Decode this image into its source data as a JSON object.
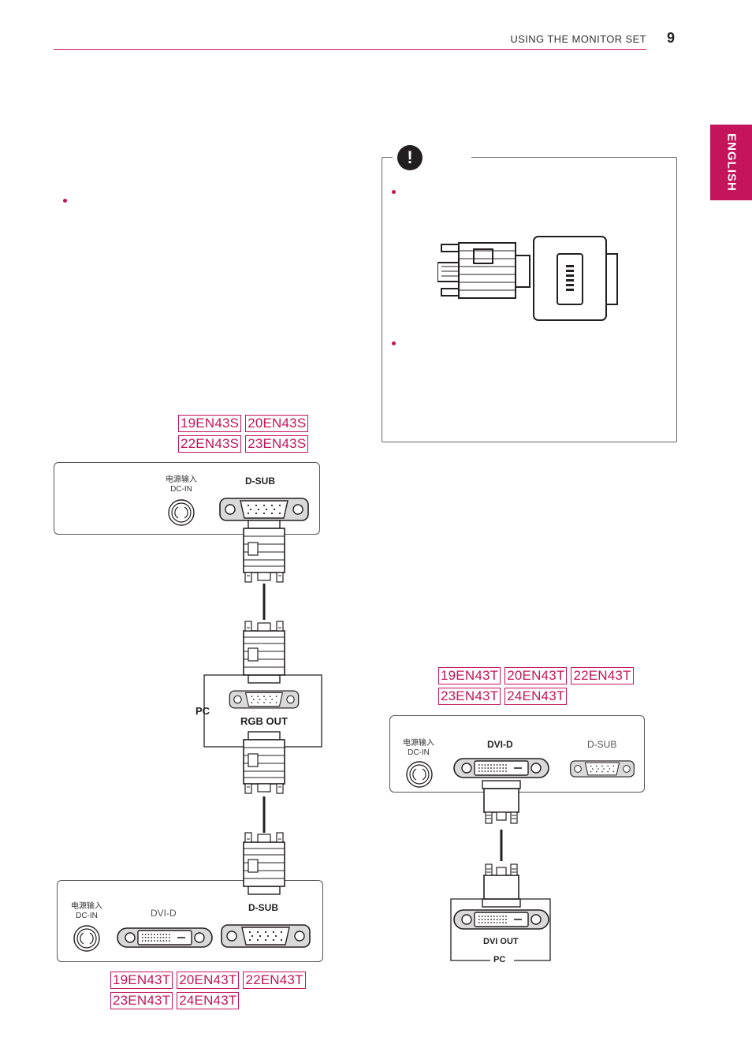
{
  "header": {
    "title": "USING THE MONITOR SET",
    "page_number": "9"
  },
  "language_tab": "ENGLISH",
  "models_s": [
    "19EN43S",
    "20EN43S",
    "22EN43S",
    "23EN43S"
  ],
  "models_t": [
    "19EN43T",
    "20EN43T",
    "22EN43T",
    "23EN43T",
    "24EN43T"
  ],
  "panel": {
    "dc_in_cn": "电源输入",
    "dc_in": "DC-IN",
    "dsub": "D-SUB",
    "dvid": "DVI-D"
  },
  "pc": {
    "label": "PC",
    "rgb_out": "RGB OUT",
    "dvi_out": "DVI OUT"
  },
  "note_icon": "!",
  "colors": {
    "accent": "#c4145a",
    "line": "#231f20"
  }
}
